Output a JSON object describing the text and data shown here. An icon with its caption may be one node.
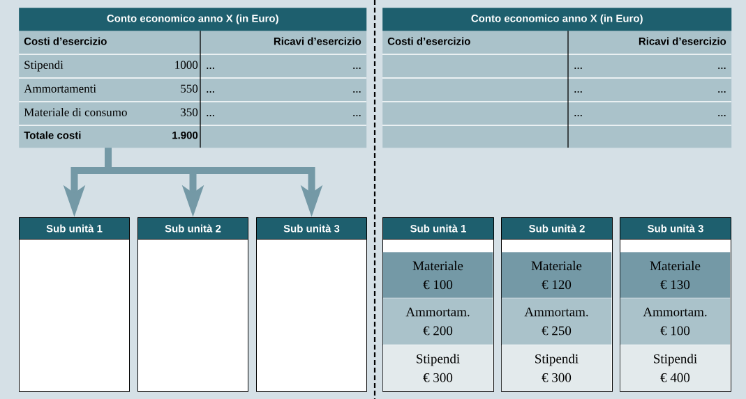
{
  "diagram": {
    "nodes": [
      {
        "text": [
          "Conto economico anno X (in Euro)",
          "Costi d’esercizio",
          "Ricavi d’esercizio",
          "Stipendi",
          "1000",
          "...",
          "...",
          "Ammortamenti",
          "550",
          "...",
          "...",
          "Materiale di consumo",
          "350",
          "...",
          "...",
          "Totale costi",
          "1.900"
        ]
      },
      {
        "text": [
          "Sub unità 1"
        ]
      },
      {
        "text": [
          "Sub unità 2"
        ]
      },
      {
        "text": [
          "Sub unità 3"
        ]
      },
      {
        "text": [
          "Conto economico anno X (in Euro)",
          "Costi d’esercizio",
          "Ricavi d’esercizio",
          "...",
          "...",
          "...",
          "...",
          "...",
          "..."
        ]
      },
      {
        "text": [
          "Sub unità 1"
        ]
      },
      {
        "text": [
          "Materiale",
          "€ 100"
        ],
        "in": 5
      },
      {
        "text": [
          "Ammortam.",
          "€ 200"
        ],
        "in": 5
      },
      {
        "text": [
          "Stipendi",
          "€ 300"
        ],
        "in": 5
      },
      {
        "text": [
          "Sub unità 2"
        ]
      },
      {
        "text": [
          "Materiale",
          "€ 120"
        ],
        "in": 9
      },
      {
        "text": [
          "Ammortam.",
          "€ 250"
        ],
        "in": 9
      },
      {
        "text": [
          "Stipendi",
          "€ 300"
        ],
        "in": 9
      },
      {
        "text": [
          "Sub unità 3"
        ]
      },
      {
        "text": [
          "Materiale",
          "€ 130"
        ],
        "in": 13
      },
      {
        "text": [
          "Ammortam.",
          "€ 100"
        ],
        "in": 13
      },
      {
        "text": [
          "Stipendi",
          "€ 400"
        ],
        "in": 13
      }
    ],
    "edges": [
      {
        "from": 0,
        "to": 1,
        "arrow": "to"
      },
      {
        "from": 0,
        "to": 2,
        "arrow": "to"
      },
      {
        "from": 0,
        "to": 3,
        "arrow": "to"
      }
    ]
  }
}
